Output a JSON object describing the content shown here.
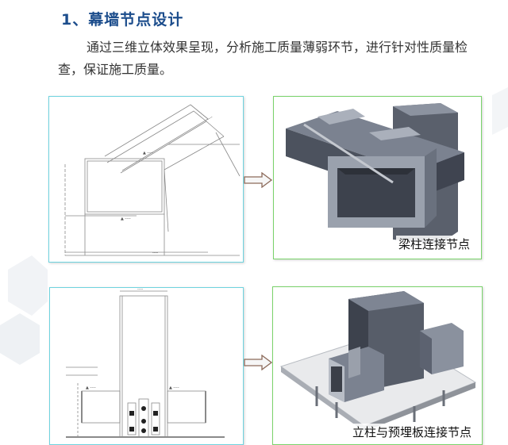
{
  "section": {
    "title": "1、幕墙节点设计",
    "description": "通过三维立体效果呈现，分析施工质量薄弱环节，进行针对性质量检查，保证施工质量。"
  },
  "images": {
    "beam_column_cad": {
      "icon": "cad-drawing"
    },
    "beam_column_3d": {
      "caption": "梁柱连接节点",
      "icon": "3d-model"
    },
    "column_plate_cad": {
      "icon": "cad-drawing"
    },
    "column_plate_3d": {
      "caption": "立柱与预埋板连接节点",
      "icon": "3d-model"
    }
  },
  "arrows": {
    "icon": "right-arrow-icon"
  },
  "colors": {
    "title": "#1c4d8c",
    "text": "#333333",
    "cad_frame": "#6fd3df",
    "model_frame": "#7ad36b"
  }
}
